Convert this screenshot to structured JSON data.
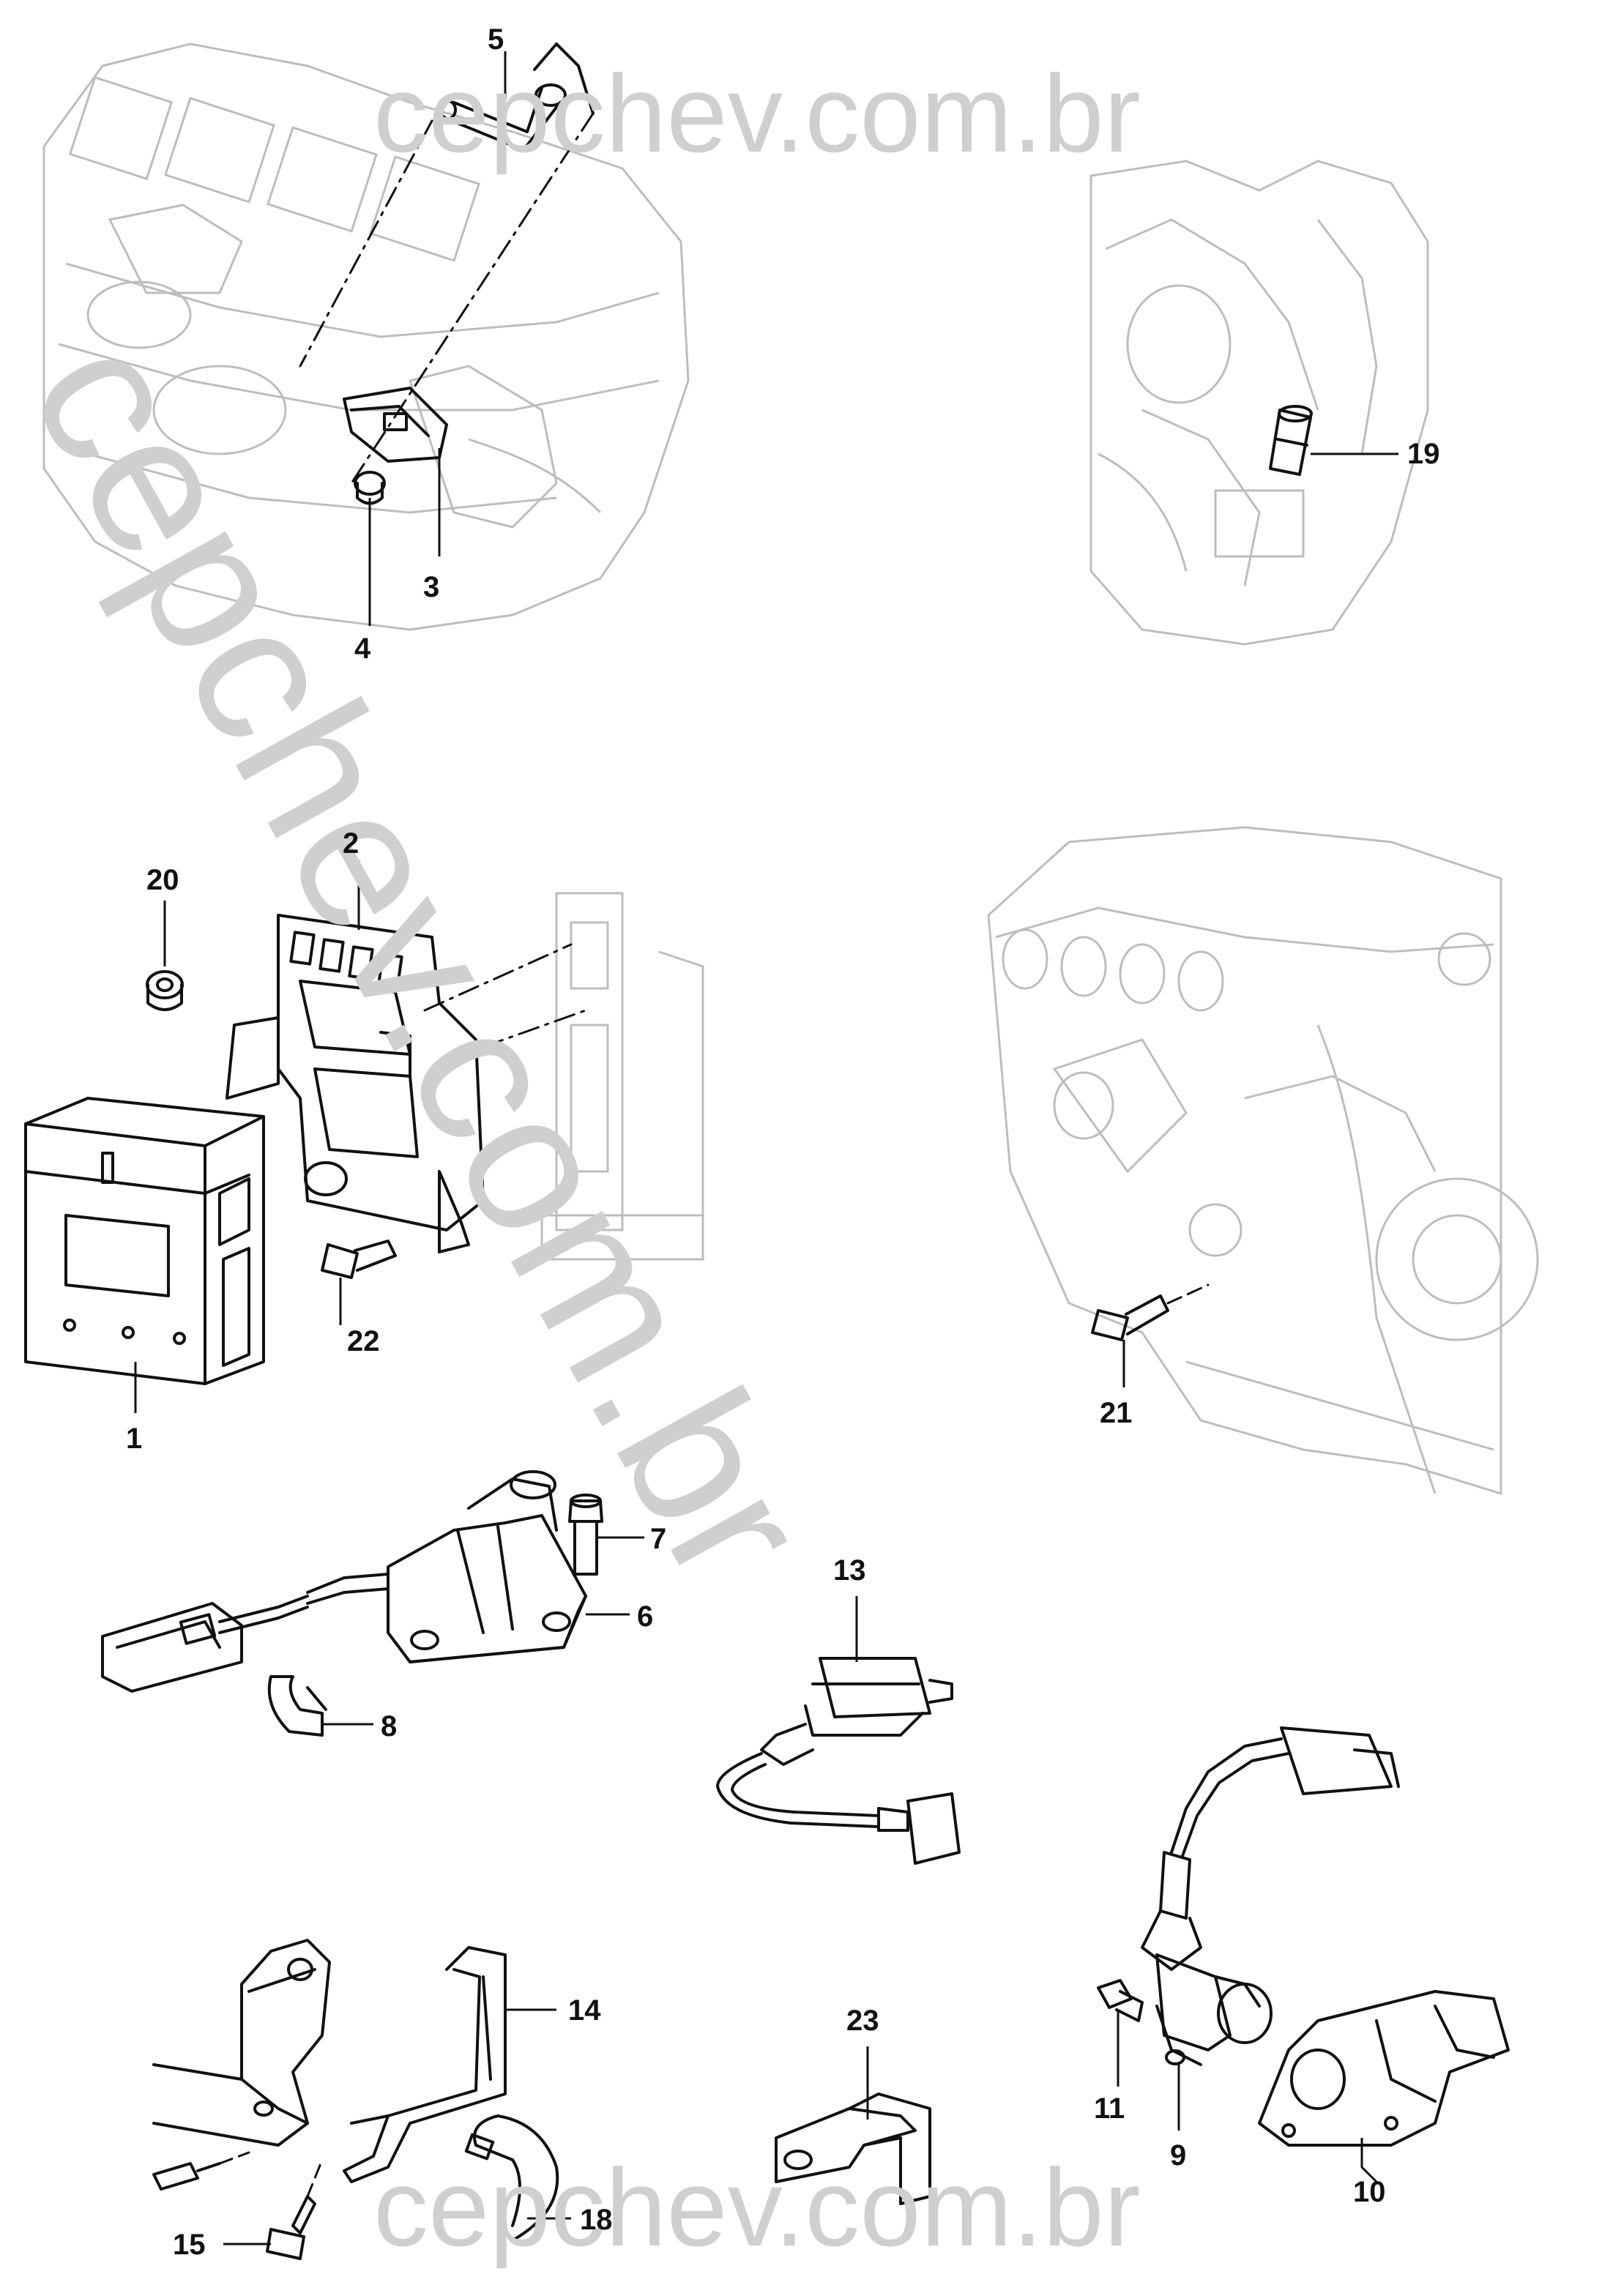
{
  "watermark": {
    "text": "cepchev.com.br",
    "color": "#cfcfcf"
  },
  "callouts": [
    "1",
    "2",
    "3",
    "4",
    "5",
    "6",
    "7",
    "8",
    "9",
    "10",
    "11",
    "13",
    "14",
    "15",
    "18",
    "19",
    "20",
    "21",
    "22",
    "23"
  ],
  "colors": {
    "line": "#111111",
    "ghost": "#bdbdbd"
  }
}
